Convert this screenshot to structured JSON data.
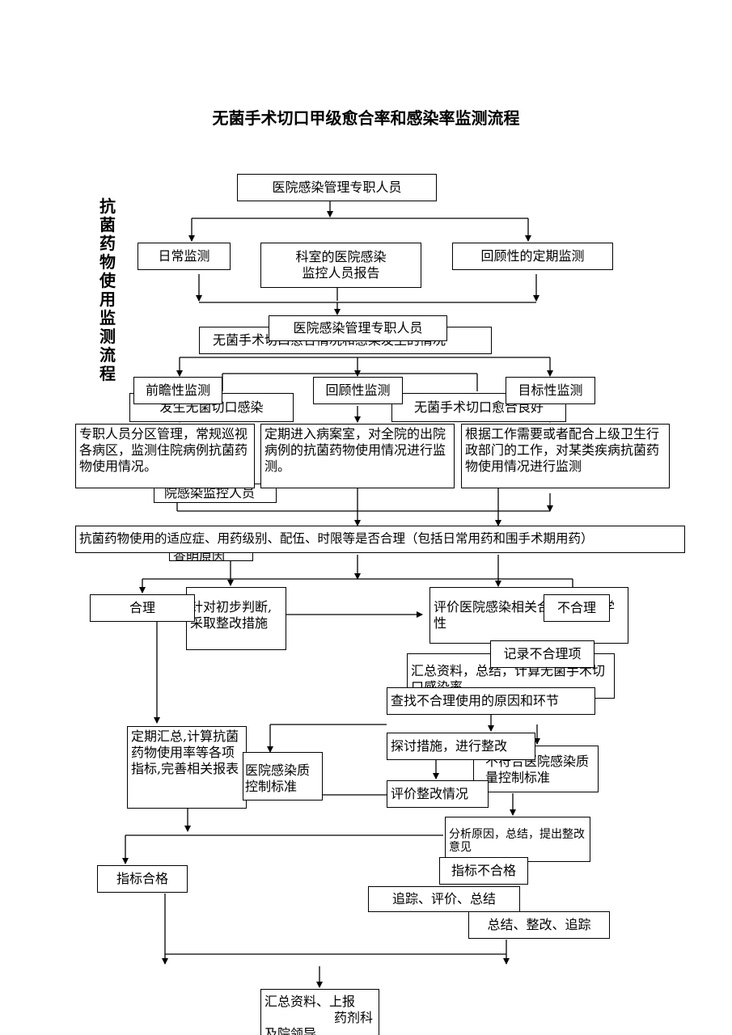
{
  "title": "无菌手术切口甲级愈合率和感染率监测流程",
  "vertical_title": [
    "抗",
    "菌",
    "药",
    "物",
    "使",
    "用",
    "监",
    "测",
    "流",
    "程"
  ],
  "top": {
    "staff_top": "医院感染管理专职人员",
    "daily": "日常监测",
    "dept_report": "科室的医院感染\n监控人员报告",
    "retro_periodic": "回顾性的定期监测",
    "staff_mid": "医院感染管理专职人员",
    "wound_status": "无菌手术切口愈合情况和感染发生的情况"
  },
  "branches": {
    "prospective": "前瞻性监测",
    "retrospective": "回顾性监测",
    "targeted": "目标性监测",
    "infection": "发生无菌切口感染",
    "healing_good": "无菌手术切口愈合良好",
    "desc_prospective": "专职人员分区管理，常规巡视各病区，监测住院病例抗菌药物使用情况。",
    "desc_retrospective": "定期进入病案室，对全院的出院病例的抗菌药物使用情况进行监测。",
    "desc_targeted": "根据工作需要或者配合上级卫生行政部门的工作，对某类疾病抗菌药物使用情况进行监测",
    "hidden_dept": "院感染监控人员",
    "hidden_fragment": "查明原因"
  },
  "middle": {
    "rationality": "抗菌药物使用的适应症、用药级别、配伍、时限等是否合理（包括日常用药和围手术期用药）",
    "reasonable": "合理",
    "measures_initial": "针对初步判断,采取整改措施",
    "evaluate": "评价医院感染相关合理性与科学性",
    "unreasonable": "不合理",
    "record": "记录不合理项",
    "summary_calc": "汇总资料，总结，计算无菌手术切口感染率",
    "find_cause": "查找不合理使用的原因和环节"
  },
  "lower": {
    "periodic_summary": "定期汇总,计算抗菌药物使用率等各项指标,完善相关报表",
    "quality_standard": "医院感染质控制标准",
    "discuss": "探讨措施，进行整改",
    "not_meet": "不符合医院感染质量控制标准",
    "evaluate_rectify": "评价整改情况",
    "analyze": "分析原因，总结，提出整改意见",
    "index_ok": "指标合格",
    "index_fail": "指标不合格",
    "track": "追踪、评价、总结",
    "summary_track": "总结、整改、追踪",
    "report": "汇总资料、上报",
    "report_2": "药剂科",
    "report_3": "及院领导"
  }
}
